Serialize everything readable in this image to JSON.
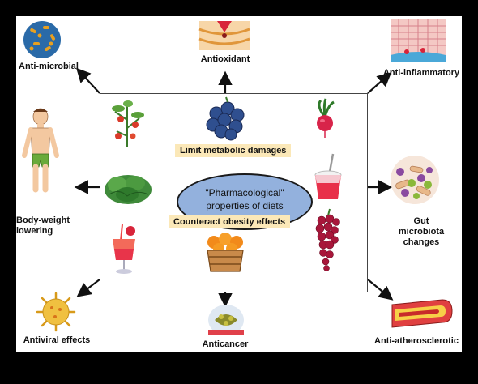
{
  "center": {
    "title_line1": "\"Pharmacological\"",
    "title_line2": "properties of diets",
    "tag_top": "Limit metabolic damages",
    "tag_bottom": "Counteract obesity effects"
  },
  "effects": {
    "antimicrobial": "Anti-microbial",
    "antioxidant": "Antioxidant",
    "antiinflammatory": "Anti-inflammatory",
    "bodyweight_line1": "Body-weight",
    "bodyweight_line2": "lowering",
    "gut_line1": "Gut microbiota",
    "gut_line2": "changes",
    "antiviral": "Antiviral effects",
    "anticancer": "Anticancer",
    "antiatherosclerotic": "Anti-atherosclerotic"
  },
  "foods": [
    "tomato-plant",
    "blueberries",
    "radish",
    "kale",
    "yogurt",
    "smoothie",
    "orange-basket",
    "grapes"
  ],
  "colors": {
    "ellipse": "#93b1dd",
    "tag": "#fbe8b8",
    "background": "#000000",
    "panel": "#ffffff"
  }
}
